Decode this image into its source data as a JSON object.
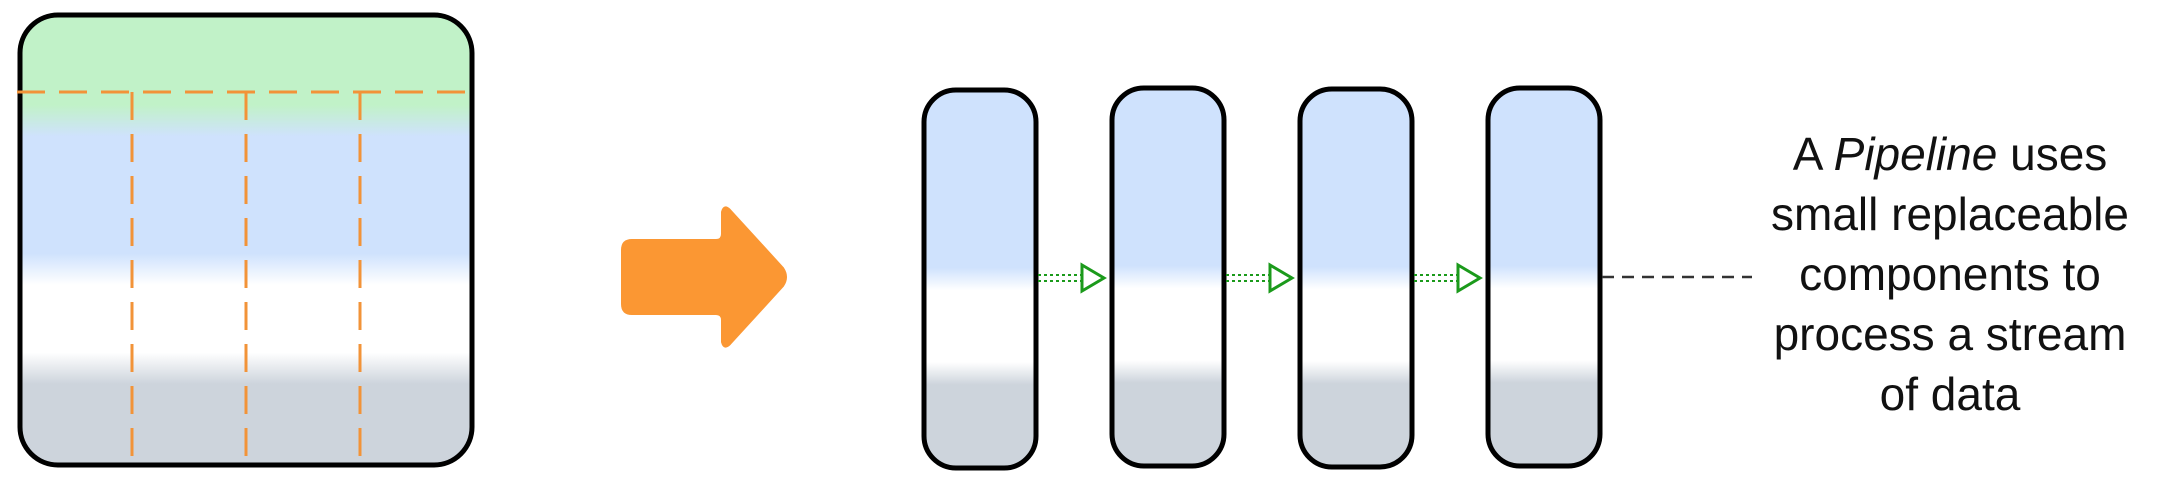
{
  "caption": {
    "line1_prefix": "A ",
    "line1_italic": "Pipeline",
    "line1_suffix": " uses",
    "line2": "small replaceable",
    "line3": "components to",
    "line4": "process a stream",
    "line5": "of data"
  },
  "colors": {
    "monolith_top": "#c1f2c8",
    "component_fill": "#cfe2fd",
    "bottom_band": "#cdd4dc",
    "outline": "#000000",
    "dashed_split": "#f29338",
    "transform_arrow": "#fb9733",
    "flow_arrow": "#1b9a1b",
    "leader_line": "#333333"
  },
  "icons": {
    "transform_arrow": "right-arrow-icon",
    "flow_arrow": "hollow-triangle-arrow-icon"
  }
}
